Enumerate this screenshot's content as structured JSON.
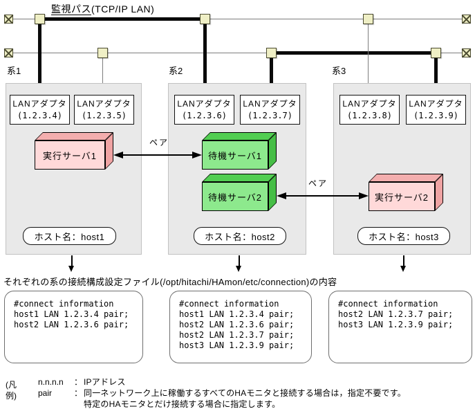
{
  "diagram": {
    "bus_label": {
      "underlined": "監視パス",
      "rest": "(TCP/IP LAN)"
    },
    "pair_label": "ペア",
    "systems": [
      {
        "name": "系1",
        "adapters": [
          {
            "label": "LANアダプタ",
            "ip": "(1.2.3.4)"
          },
          {
            "label": "LANアダプタ",
            "ip": "(1.2.3.5)"
          }
        ],
        "servers": [
          {
            "label": "実行サーバ1",
            "role": "exec"
          }
        ],
        "host": "ホスト名：host1"
      },
      {
        "name": "系2",
        "adapters": [
          {
            "label": "LANアダプタ",
            "ip": "(1.2.3.6)"
          },
          {
            "label": "LANアダプタ",
            "ip": "(1.2.3.7)"
          }
        ],
        "servers": [
          {
            "label": "待機サーバ1",
            "role": "standby"
          },
          {
            "label": "待機サーバ2",
            "role": "standby"
          }
        ],
        "host": "ホスト名：host2"
      },
      {
        "name": "系3",
        "adapters": [
          {
            "label": "LANアダプタ",
            "ip": "(1.2.3.8)"
          },
          {
            "label": "LANアダプタ",
            "ip": "(1.2.3.9)"
          }
        ],
        "servers": [
          {
            "label": "実行サーバ2",
            "role": "exec"
          }
        ],
        "host": "ホスト名：host3"
      }
    ],
    "section_header": "それぞれの系の接続構成設定ファイル(/opt/hitachi/HAmon/etc/connection)の内容",
    "config_files": [
      {
        "lines": [
          "#connect information",
          "host1 LAN 1.2.3.4 pair;",
          "host2 LAN 1.2.3.6 pair;"
        ]
      },
      {
        "lines": [
          "#connect information",
          "host1 LAN 1.2.3.4 pair;",
          "host2 LAN 1.2.3.6 pair;",
          "host2 LAN 1.2.3.7 pair;",
          "host3 LAN 1.2.3.9 pair;"
        ]
      },
      {
        "lines": [
          "#connect information",
          "host2 LAN 1.2.3.7 pair;",
          "host3 LAN 1.2.3.9 pair;"
        ]
      }
    ],
    "legend": {
      "label": "(凡例)",
      "rows": [
        {
          "term": "n.n.n.n",
          "sep": "：",
          "text": "IPアドレス"
        },
        {
          "term": "pair",
          "sep": "：",
          "text": "同一ネットワーク上に稼働するすべてのHAモニタと接続する場合は，指定不要です。"
        },
        {
          "term": "",
          "sep": "",
          "text": "特定のHAモニタとだけ接続する場合に指定します。"
        }
      ]
    },
    "colors": {
      "exec_front": "#FFD9D9",
      "exec_top": "#F3AEAE",
      "exec_side": "#EFA3A3",
      "standby_front": "#8DE98D",
      "standby_top": "#52CE52",
      "standby_side": "#46BE46",
      "connector_fill": "#EFEFC5",
      "system_bg": "#E9E9E9"
    }
  }
}
